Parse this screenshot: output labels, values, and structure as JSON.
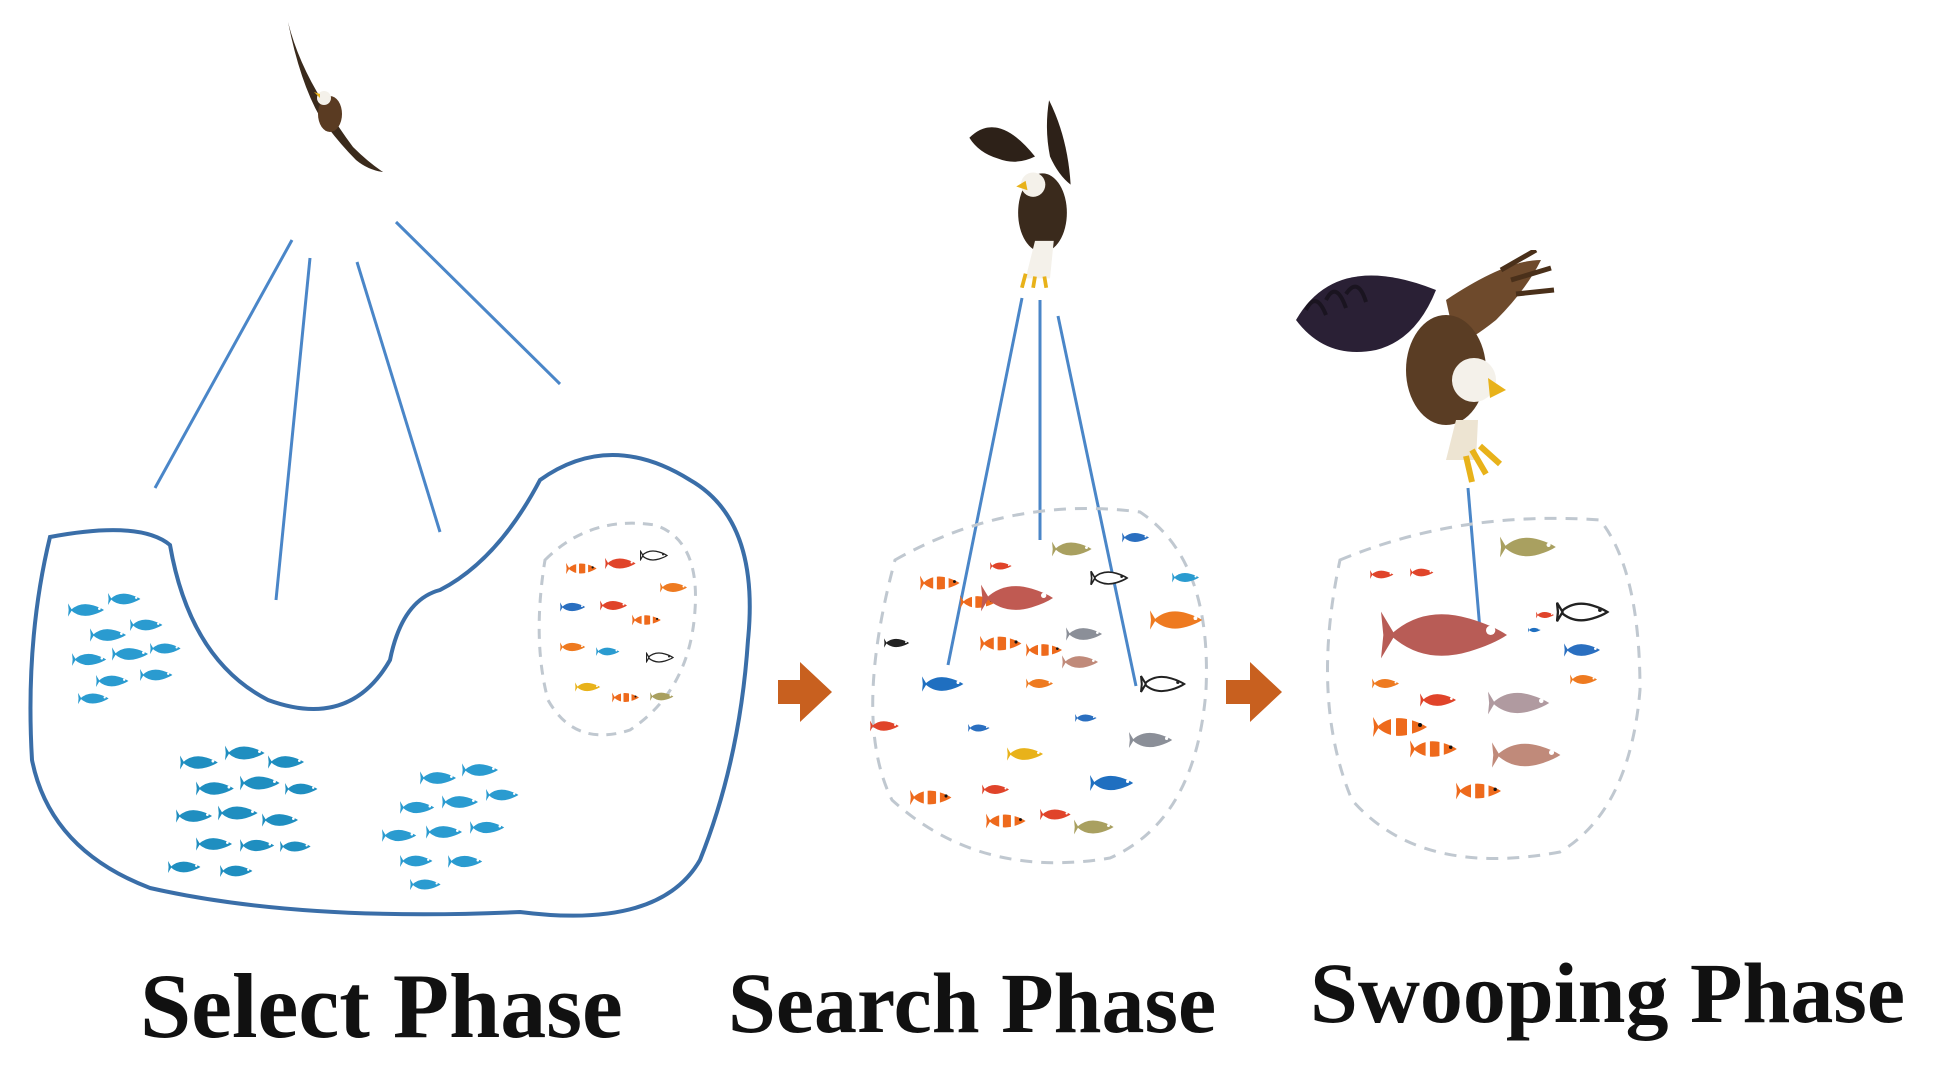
{
  "phases": {
    "select": {
      "label": "Select Phase"
    },
    "search": {
      "label": "Search Phase"
    },
    "swooping": {
      "label": "Swooping Phase"
    }
  },
  "colors": {
    "line": "#4a86c8",
    "boundary": "#3a6ea8",
    "dashed_region": "#c0c8d0",
    "arrow": "#c8601f",
    "eagle_body": "#3a2a1c",
    "eagle_head": "#f4f1ea",
    "eagle_beak": "#e8b21a",
    "fish_blue": "#2a9bd0",
    "fish_red": "#e0442a",
    "fish_orange": "#ee7a20",
    "fish_olive": "#a9a060"
  },
  "icons": [
    "eagle-icon",
    "fish-icon",
    "arrow-right-icon"
  ]
}
